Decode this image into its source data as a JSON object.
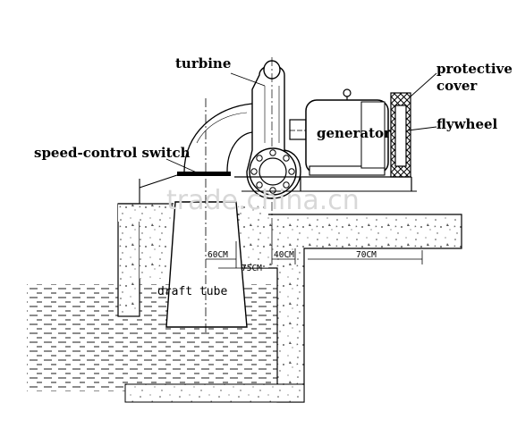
{
  "labels": {
    "turbine": "turbine",
    "protective_cover_line1": "protective",
    "protective_cover_line2": "cover",
    "generator": "generator",
    "flywheel": "flywheel",
    "speed_control_switch": "speed-control switch",
    "draft_tube": "draft tube"
  },
  "dimensions": {
    "d60": "60CM",
    "d40": "40CM",
    "d75": "75CM",
    "d70": "70CM"
  },
  "watermark": "trade.china.cn"
}
